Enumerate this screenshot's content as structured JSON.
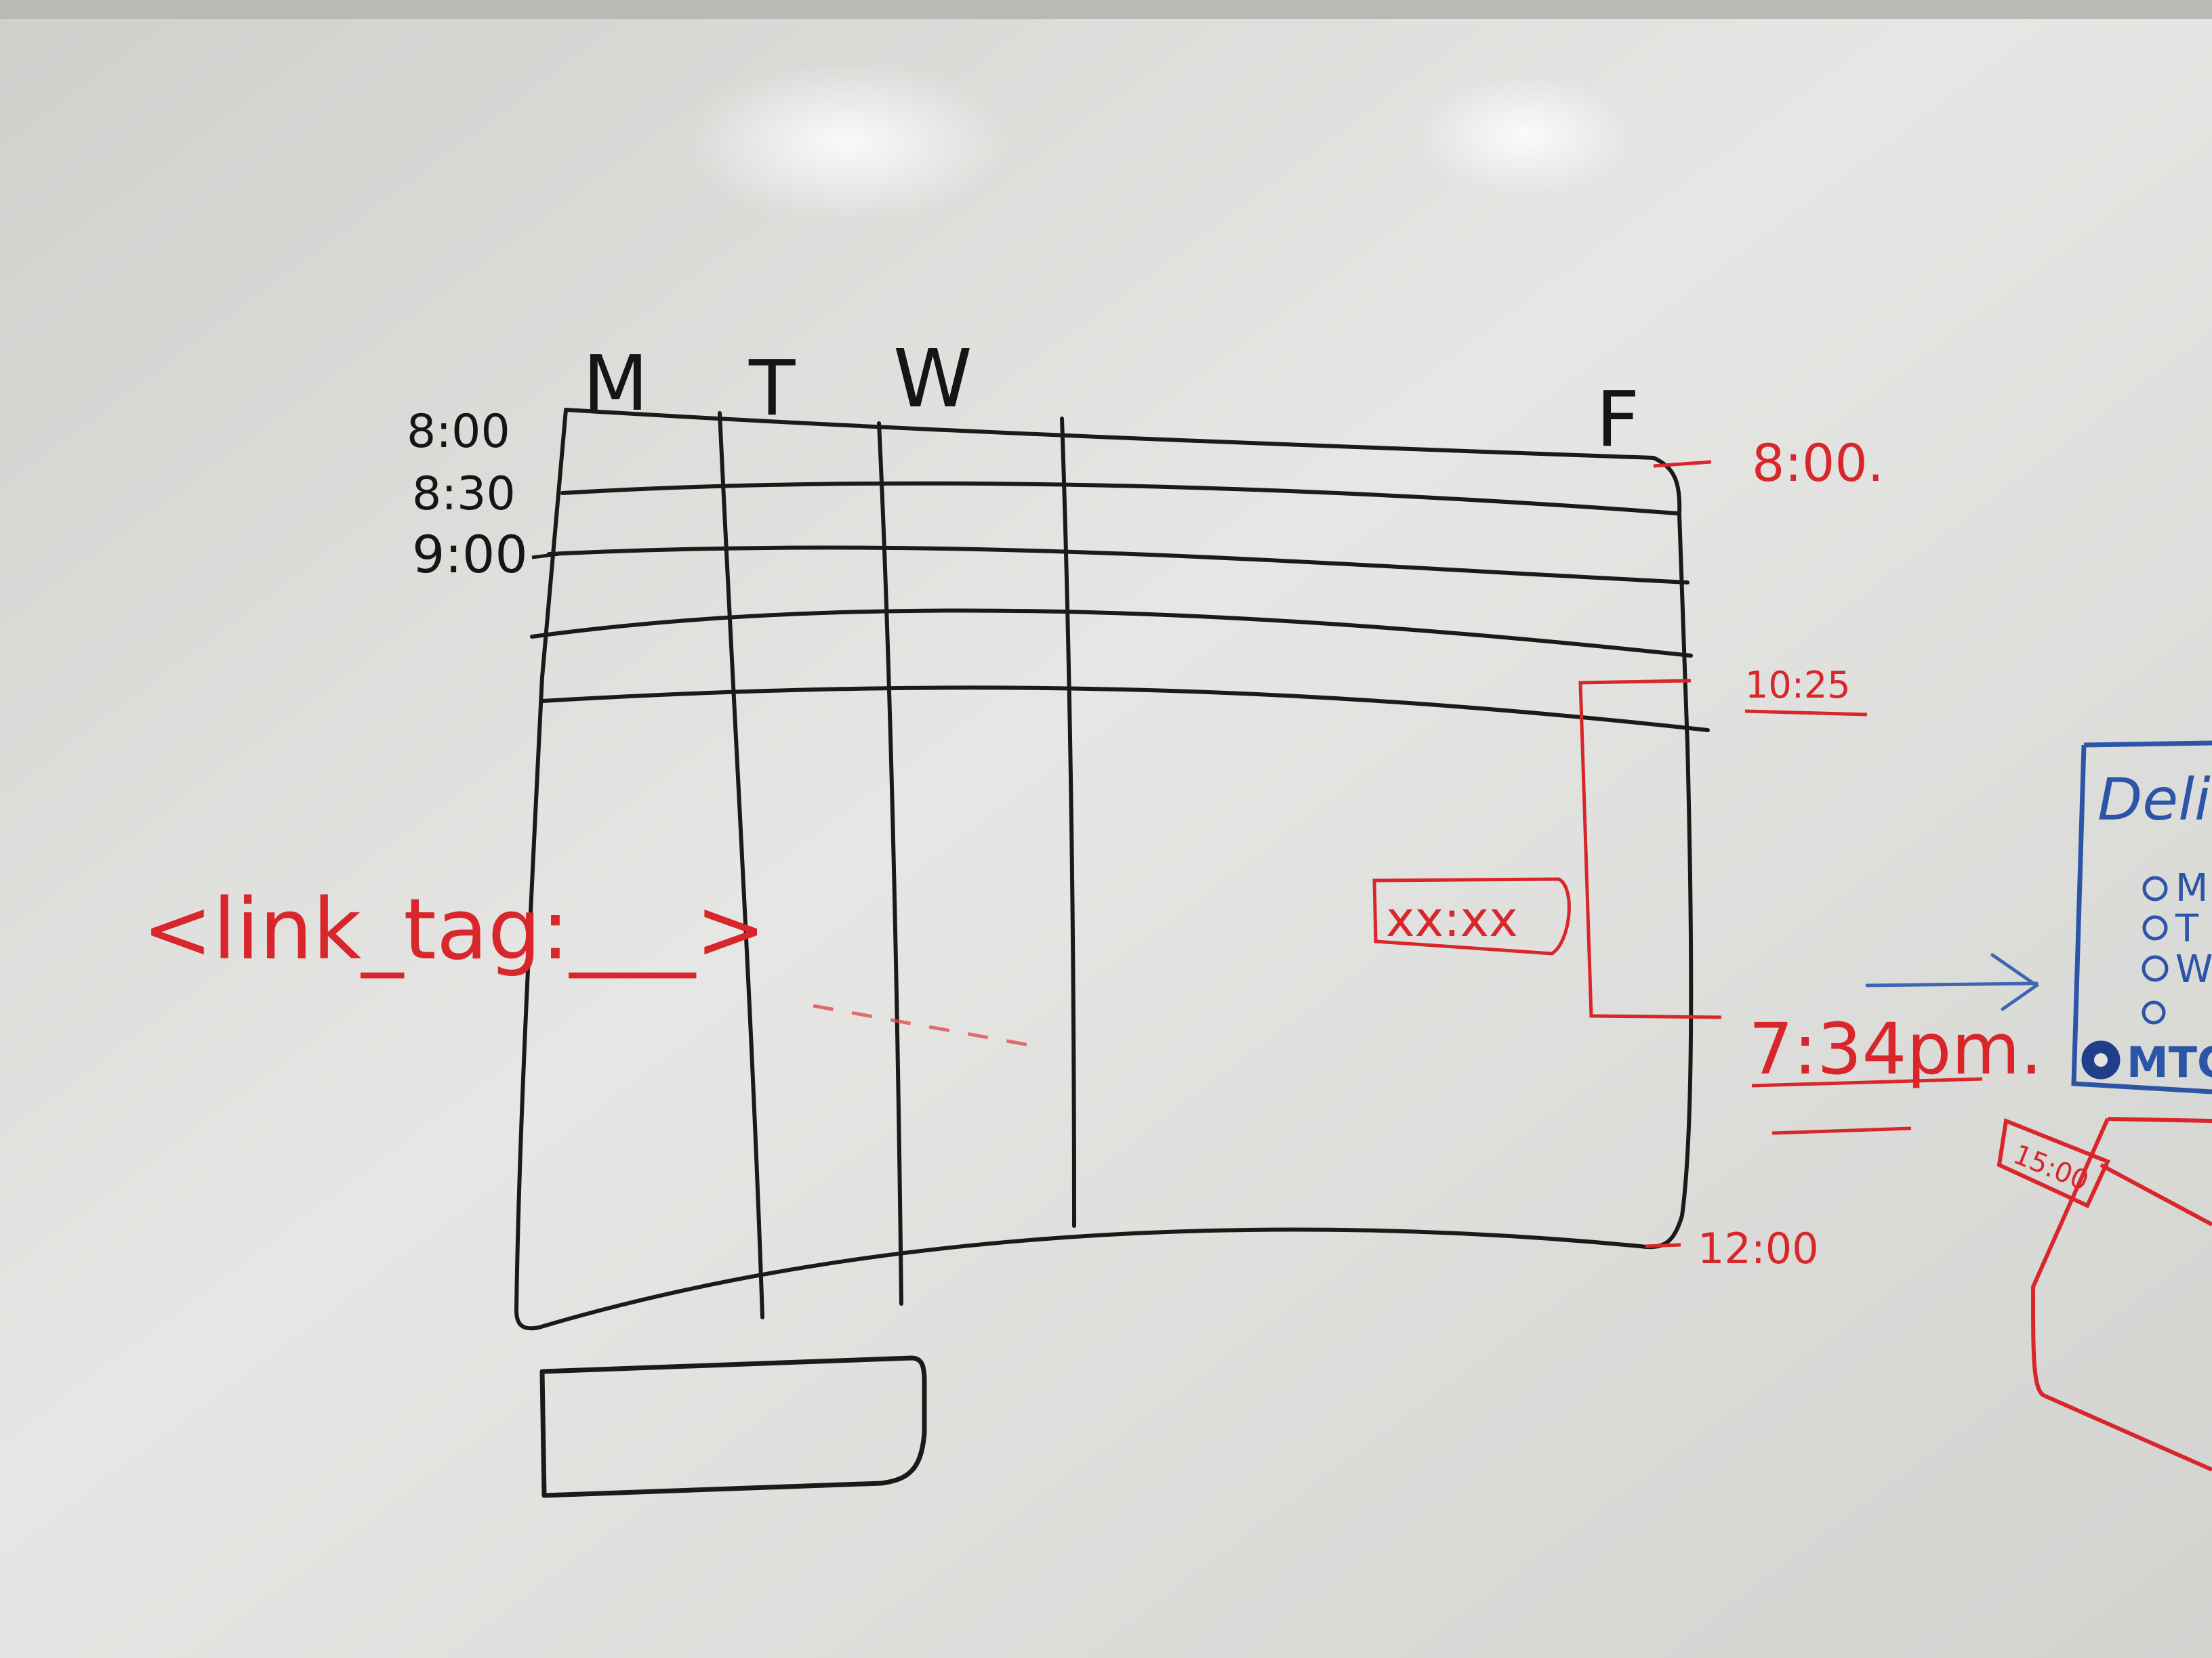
{
  "day_headers": [
    "M",
    "T",
    "W",
    "F"
  ],
  "left_times": [
    "8:00",
    "8:30",
    "9:00"
  ],
  "right_times": {
    "top": "8:00.",
    "range_start": "10:25",
    "range_end": "7:34pm.",
    "bottom": "12:00"
  },
  "annotations": {
    "link_tag": "<link_tag:___>",
    "placeholder_time": "xx:xx",
    "side_box_time": "15:00"
  },
  "side_panel": {
    "title": "Delir",
    "items": [
      "M",
      "T",
      "W",
      "",
      "MTC"
    ]
  },
  "colors": {
    "board": "#e4e4e2",
    "ink_black": "#151515",
    "ink_red": "#d8262b",
    "ink_blue": "#2c55a8"
  }
}
